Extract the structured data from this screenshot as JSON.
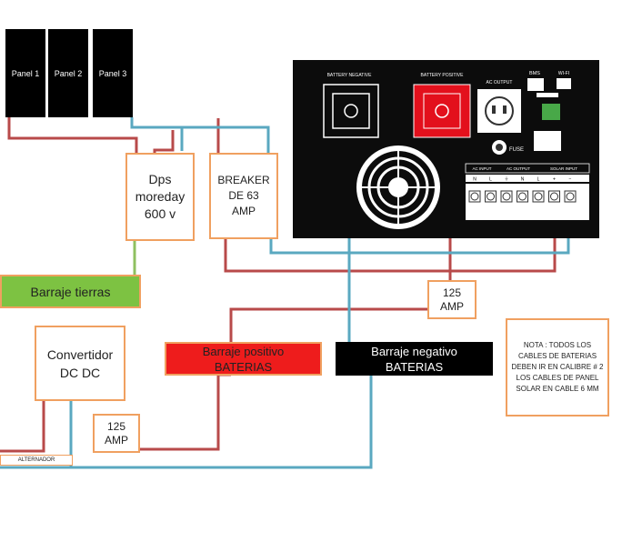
{
  "panels": [
    "Panel 1",
    "Panel 2",
    "Panel 3"
  ],
  "dps": {
    "line1": "Dps",
    "line2": "moreday",
    "line3": "600 v"
  },
  "breaker": {
    "line1": "BREAKER",
    "line2": "DE 63",
    "line3": "AMP"
  },
  "barraje_tierras": "Barraje tierras",
  "amp_top": {
    "line1": "125",
    "line2": "AMP"
  },
  "convertidor": {
    "line1": "Convertidor",
    "line2": "DC DC"
  },
  "barraje_positivo": {
    "line1": "Barraje positivo",
    "line2": "BATERIAS"
  },
  "barraje_negativo": {
    "line1": "Barraje negativo",
    "line2": "BATERIAS"
  },
  "amp_bottom": {
    "line1": "125",
    "line2": "AMP"
  },
  "alternador": "ALTERNADOR",
  "nota": {
    "line1": "NOTA : TODOS LOS",
    "line2": "CABLES DE BATERIAS",
    "line3": "DEBEN IR EN CALIBRE # 2",
    "line4": "LOS CABLES DE PANEL",
    "line5": "SOLAR EN CABLE 6 MM"
  },
  "inverter": {
    "battery_negative": "BATTERY NEGATIVE",
    "battery_positive": "BATTERY POSITIVE",
    "ac_output": "AC OUTPUT",
    "bms": "BMS",
    "wifi": "WI-FI",
    "fuse": "FUSE",
    "ac_input_label": "AC INPUT",
    "ac_output_label": "AC OUTPUT",
    "solar_input_label": "SOLAR INPUT",
    "terminals": [
      "N",
      "L",
      "⏚",
      "N",
      "L",
      "+",
      "−"
    ]
  },
  "colors": {
    "red_wire": "#b84a4a",
    "blue_wire": "#5aa8c0",
    "green_wire": "#8fc060",
    "orange_border": "#f0a060",
    "green_box": "#7dc242",
    "red_box": "#ee1c1c"
  }
}
